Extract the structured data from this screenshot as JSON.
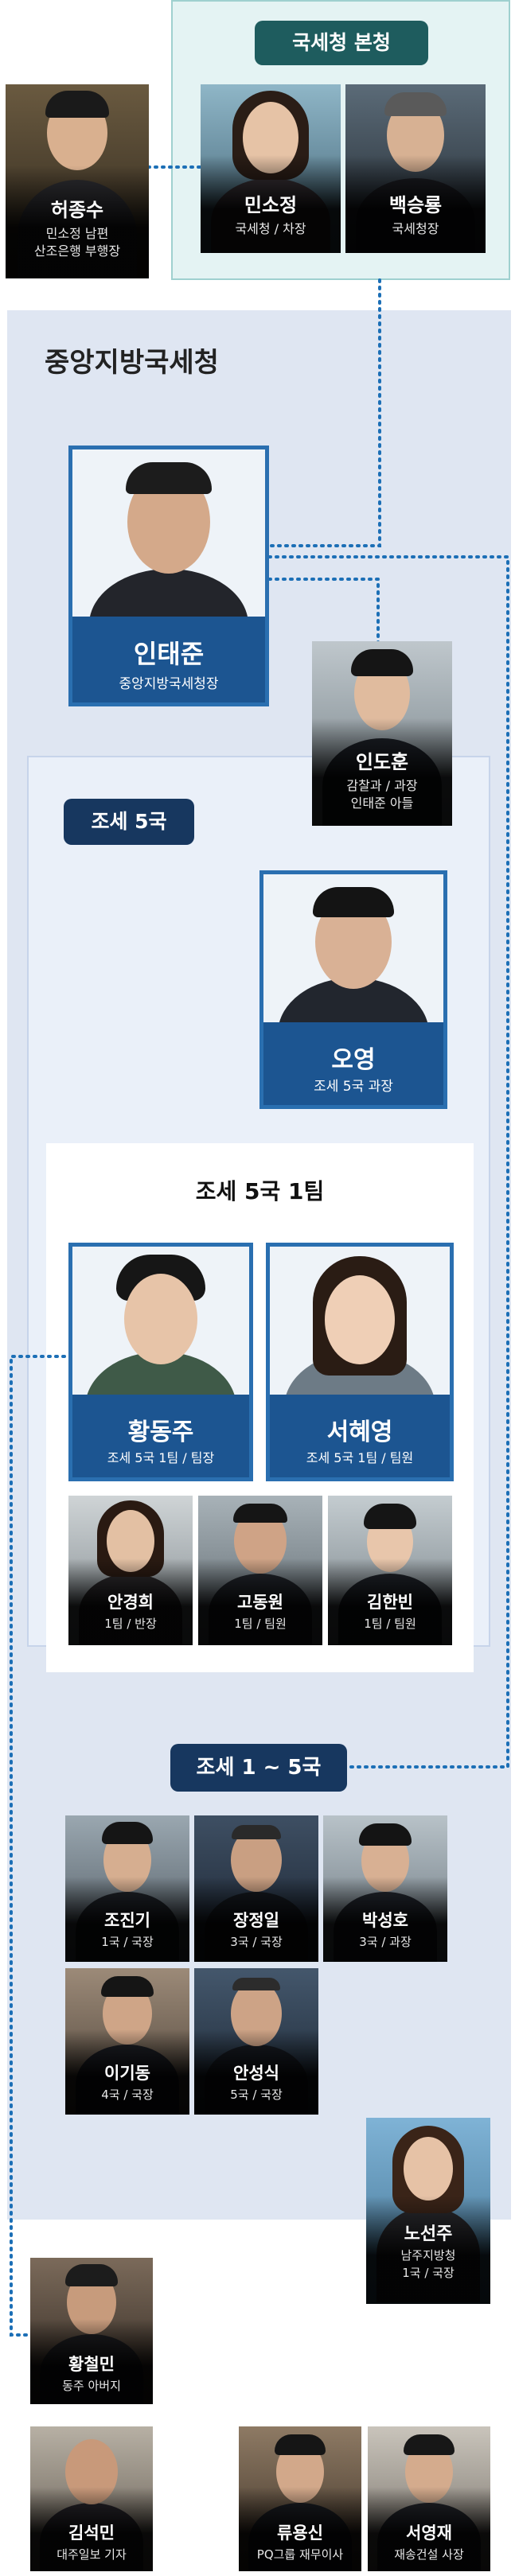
{
  "groups": {
    "hq": "국세청 본청",
    "central": "중앙지방국세청",
    "div5": "조세 5국",
    "team1": "조세 5국 1팀",
    "div1to5": "조세 1 ~ 5국"
  },
  "people": {
    "heo": {
      "name": "허종수",
      "role1": "민소정 남편",
      "role2": "산조은행 부행장"
    },
    "min": {
      "name": "민소정",
      "role1": "국세청 / 차장"
    },
    "baek": {
      "name": "백승룡",
      "role1": "국세청장"
    },
    "in_taejun": {
      "name": "인태준",
      "role1": "중앙지방국세청장"
    },
    "in_dohun": {
      "name": "인도훈",
      "role1": "감찰과 / 과장",
      "role2": "인태준 아들"
    },
    "oh": {
      "name": "오영",
      "role1": "조세 5국 과장"
    },
    "hwang_dj": {
      "name": "황동주",
      "role1": "조세 5국 1팀 / 팀장"
    },
    "seo_hy": {
      "name": "서혜영",
      "role1": "조세 5국 1팀 / 팀원"
    },
    "an_kh": {
      "name": "안경희",
      "role1": "1팀 / 반장"
    },
    "go_dw": {
      "name": "고동원",
      "role1": "1팀 / 팀원"
    },
    "kim_hb": {
      "name": "김한빈",
      "role1": "1팀 / 팀원"
    },
    "jo_jg": {
      "name": "조진기",
      "role1": "1국 / 국장"
    },
    "jang_ji": {
      "name": "장정일",
      "role1": "3국 / 국장"
    },
    "park_sh": {
      "name": "박성호",
      "role1": "3국 / 과장"
    },
    "lee_gd": {
      "name": "이기동",
      "role1": "4국 / 국장"
    },
    "an_ss": {
      "name": "안성식",
      "role1": "5국 / 국장"
    },
    "no_sj": {
      "name": "노선주",
      "role1": "남주지방청",
      "role2": "1국 / 국장"
    },
    "hwang_cm": {
      "name": "황철민",
      "role1": "동주 아버지"
    },
    "kim_sm": {
      "name": "김석민",
      "role1": "대주일보 기자"
    },
    "ryu_ys": {
      "name": "류용신",
      "role1": "PQ그룹 재무이사"
    },
    "seo_yj": {
      "name": "서영재",
      "role1": "재송건설 사장"
    }
  },
  "colors": {
    "hq_bg": "#e4f3f3",
    "central_bg": "#dfe6f2",
    "pill_navy": "#17375f",
    "pill_teal": "#1e5c5e",
    "plate_blue": "#1c5591",
    "frame_blue": "#2a6fb0",
    "link_dots": "#1c6fb6"
  }
}
